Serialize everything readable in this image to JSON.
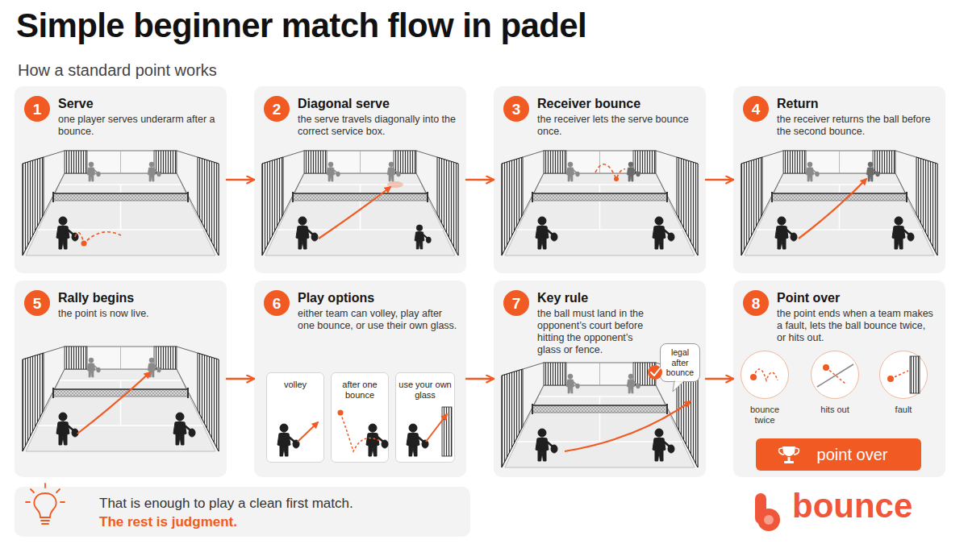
{
  "diagram": {
    "title": "Simple beginner match flow in padel",
    "caption": "How a standard point works",
    "nodes": [
      {
        "text": [
          "Serve",
          "one player serves underarm after a bounce."
        ]
      },
      {
        "text": [
          "1"
        ],
        "in": 0
      },
      {
        "text": [
          "Diagonal serve",
          "the serve travels diagonally into the correct service box."
        ]
      },
      {
        "text": [
          "2"
        ],
        "in": 2
      },
      {
        "text": [
          "Receiver bounce",
          "the receiver lets the serve bounce once."
        ]
      },
      {
        "text": [
          "3"
        ],
        "in": 4
      },
      {
        "text": [
          "Return",
          "the receiver returns the ball before the second bounce."
        ]
      },
      {
        "text": [
          "4"
        ],
        "in": 6
      },
      {
        "text": [
          "Rally begins",
          "the point is now live."
        ]
      },
      {
        "text": [
          "5"
        ],
        "in": 8
      },
      {
        "text": [
          "Play options",
          "either team can volley, play after one bounce, or use their own glass."
        ]
      },
      {
        "text": [
          "6"
        ],
        "in": 10
      },
      {
        "text": [
          "volley"
        ],
        "in": 10
      },
      {
        "text": [
          "after one bounce"
        ],
        "in": 10
      },
      {
        "text": [
          "use your own glass"
        ],
        "in": 10
      },
      {
        "text": [
          "Key rule",
          "the ball must land in the opponent’s court before hitting the opponent’s glass or fence."
        ]
      },
      {
        "text": [
          "7"
        ],
        "in": 15
      },
      {
        "text": [
          "legal after bounce"
        ],
        "in": 15
      },
      {
        "text": [
          "Point over",
          "the point ends when a team makes a fault, lets the ball bounce twice, or hits out."
        ]
      },
      {
        "text": [
          "8"
        ],
        "in": 18
      },
      {
        "text": [
          "bounce twice"
        ],
        "in": 18
      },
      {
        "text": [
          "hits out"
        ],
        "in": 18
      },
      {
        "text": [
          "fault"
        ],
        "in": 18
      },
      {
        "text": [
          "point over"
        ],
        "in": 18
      },
      {
        "text": [
          "That is enough to play a clean first match.",
          "The rest is judgment."
        ]
      }
    ],
    "edges": [
      {
        "from": 0,
        "to": 2,
        "arrow": "to"
      },
      {
        "from": 2,
        "to": 4,
        "arrow": "to"
      },
      {
        "from": 4,
        "to": 6,
        "arrow": "to"
      },
      {
        "from": 8,
        "to": 10,
        "arrow": "to"
      },
      {
        "from": 10,
        "to": 15,
        "arrow": "to"
      },
      {
        "from": 15,
        "to": 18,
        "arrow": "to"
      }
    ],
    "labels": [
      "bounce"
    ]
  }
}
